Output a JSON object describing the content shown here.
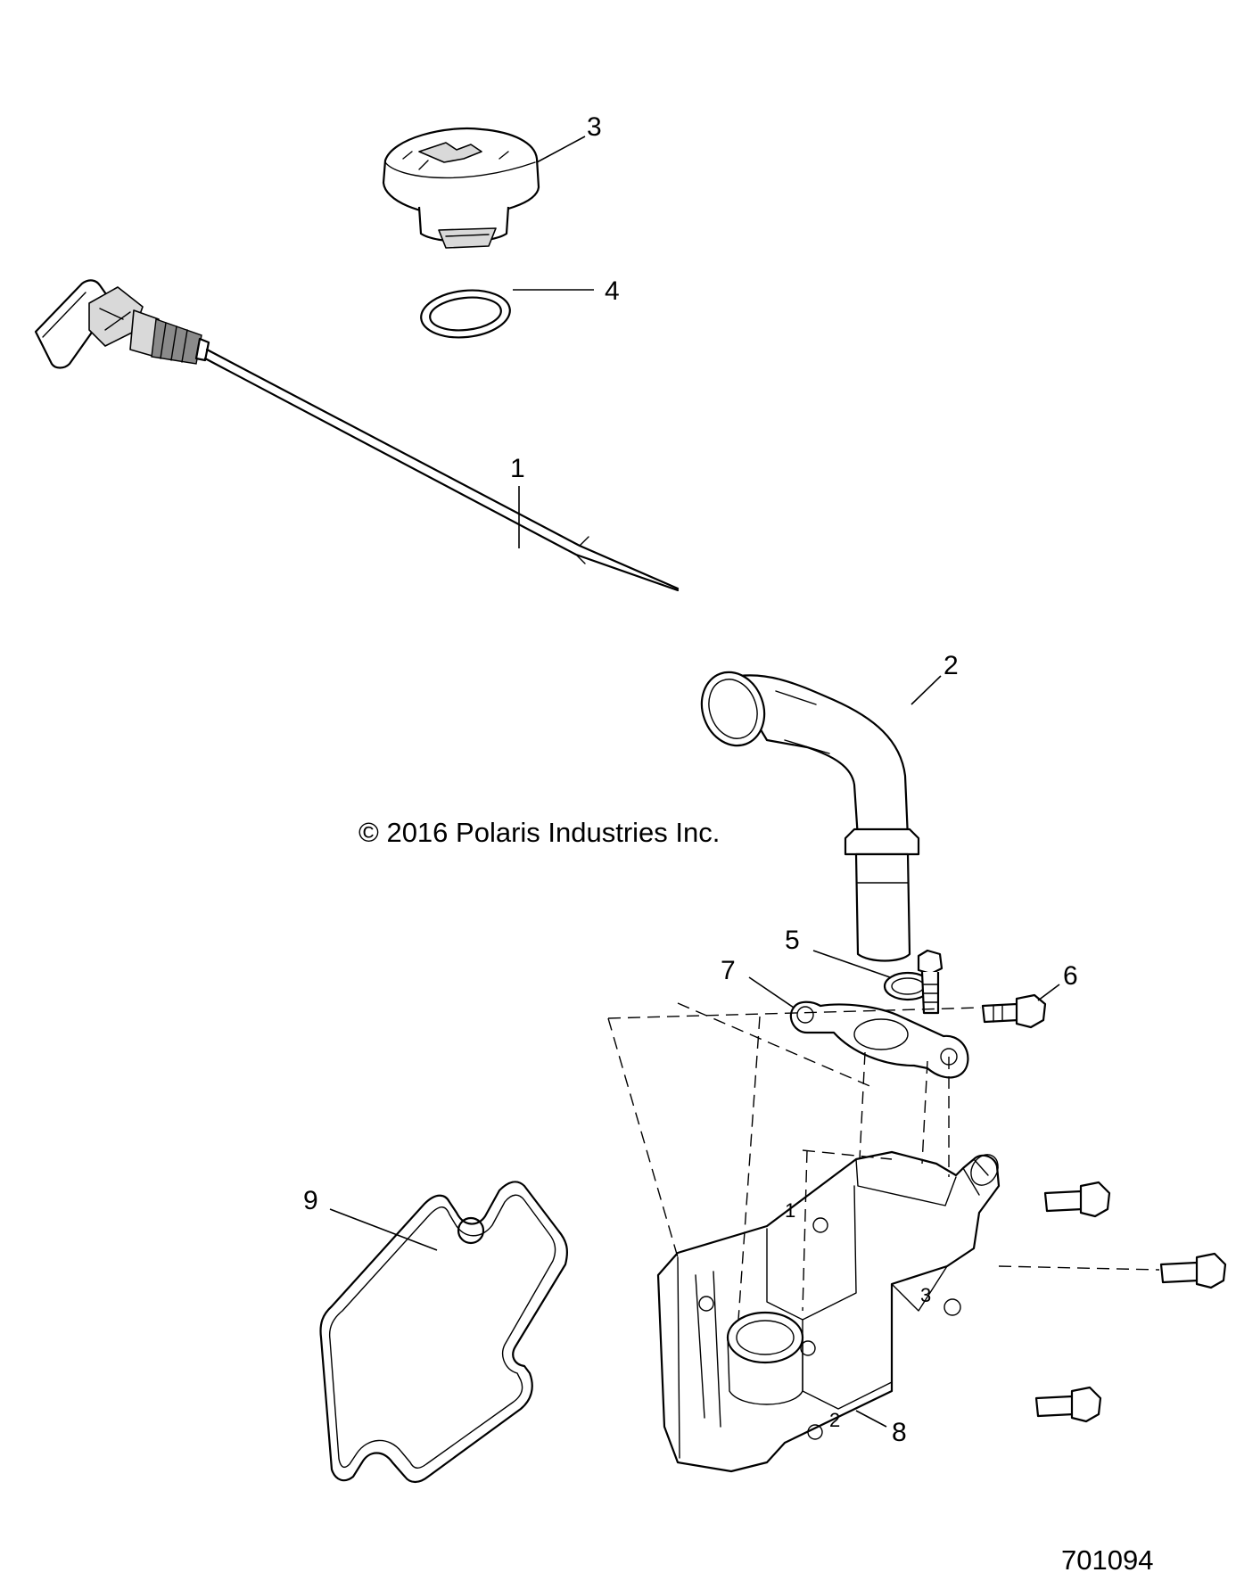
{
  "copyright": "© 2016 Polaris Industries Inc.",
  "figure_number": "701094",
  "callouts": [
    {
      "id": "1"
    },
    {
      "id": "2"
    },
    {
      "id": "3"
    },
    {
      "id": "4"
    },
    {
      "id": "5"
    },
    {
      "id": "6"
    },
    {
      "id": "7"
    },
    {
      "id": "8"
    },
    {
      "id": "9"
    }
  ],
  "cover_marks": {
    "mark1": "1",
    "mark2": "2",
    "mark3": "3"
  }
}
